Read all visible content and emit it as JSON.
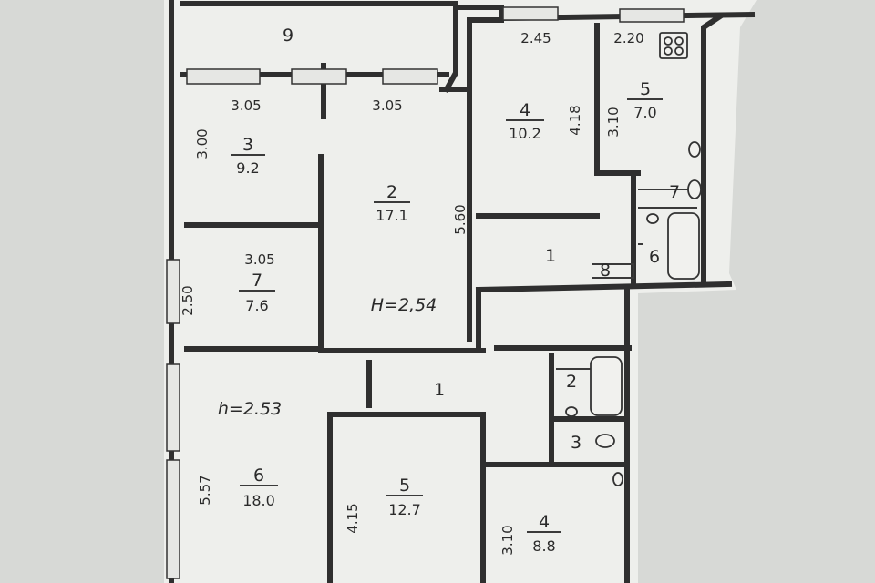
{
  "upper_unit": {
    "rooms": [
      {
        "number": "9",
        "area": ""
      },
      {
        "number": "3",
        "area": "9.2"
      },
      {
        "number": "2",
        "area": "17.1"
      },
      {
        "number": "4",
        "area": "10.2"
      },
      {
        "number": "5",
        "area": "7.0"
      },
      {
        "number": "7",
        "area": "7.6"
      },
      {
        "number": "1",
        "area": ""
      },
      {
        "number": "6",
        "area": ""
      },
      {
        "number": "7",
        "area": ""
      },
      {
        "number": "8",
        "area": ""
      }
    ],
    "dimensions": [
      "2.45",
      "2.20",
      "3.05",
      "3.05",
      "3.00",
      "4.18",
      "3.10",
      "5.60",
      "3.05",
      "2.50"
    ],
    "ceiling_height": "H=2,54"
  },
  "lower_unit": {
    "rooms": [
      {
        "number": "1",
        "area": ""
      },
      {
        "number": "2",
        "area": ""
      },
      {
        "number": "3",
        "area": ""
      },
      {
        "number": "6",
        "area": "18.0"
      },
      {
        "number": "5",
        "area": "12.7"
      },
      {
        "number": "4",
        "area": "8.8"
      }
    ],
    "dimensions": [
      "5.57",
      "4.15",
      "3.10"
    ],
    "ceiling_height": "h=2.53"
  },
  "icons": [
    "stove-icon",
    "toilet-icon",
    "bathtub-icon",
    "sink-icon"
  ]
}
